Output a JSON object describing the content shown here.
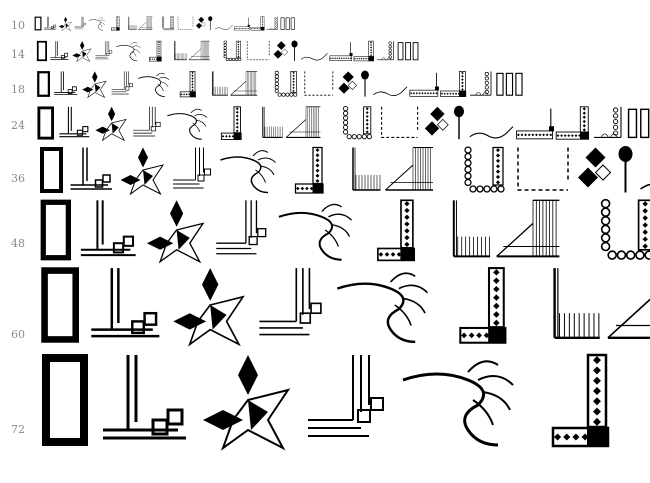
{
  "preview": {
    "sizes": [
      "10",
      "14",
      "18",
      "24",
      "36",
      "48",
      "60",
      "72"
    ],
    "glyph_sequence": [
      "frame-icon",
      "corner-knot-icon",
      "pinwheel-icon",
      "corner-bracket-icon",
      "flourish-icon",
      "ribbon-corner-icon",
      "vine-border-icon",
      "bevel-corner-icon",
      "scroll-border-icon",
      "dashed-corner-icon",
      "diamond-chain-icon",
      "spoon-icon",
      "wave-line-icon",
      "lattice-border-icon",
      "lattice-corner-icon",
      "vine-bud-icon",
      "missing-glyph-icon",
      "missing-glyph-icon",
      "missing-glyph-icon"
    ],
    "ink_color": "#000000",
    "label_color": "#8a8a8a"
  }
}
